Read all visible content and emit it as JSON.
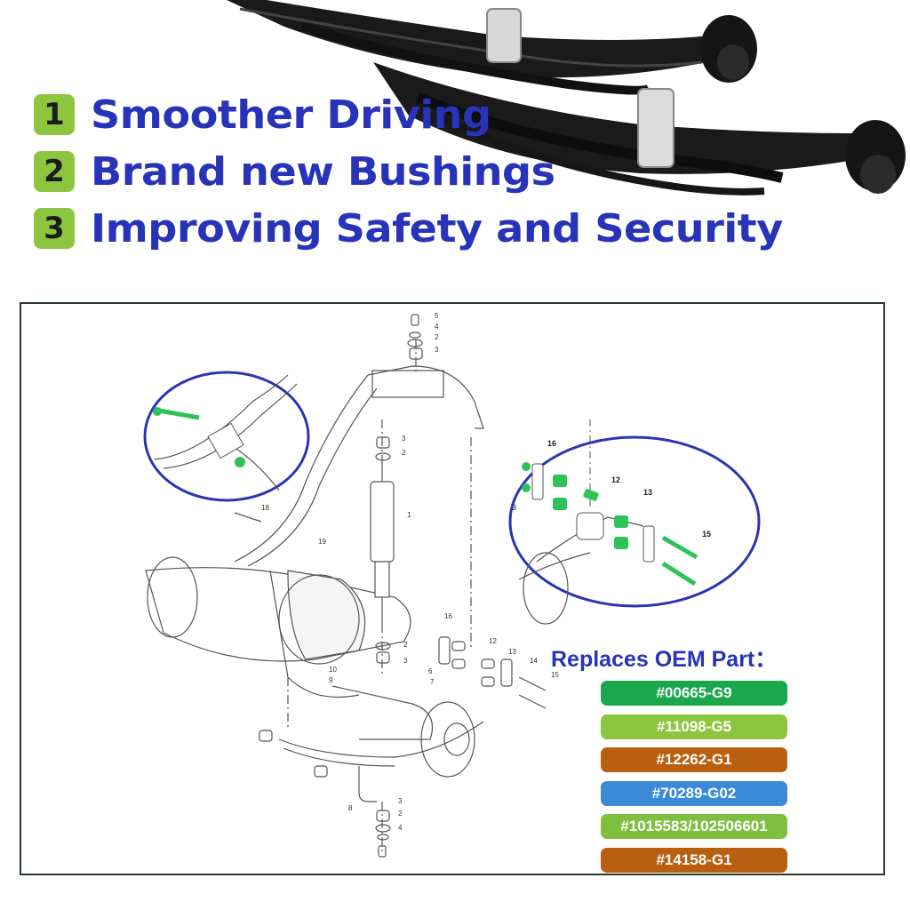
{
  "features": [
    {
      "number": "1",
      "text": "Smoother Driving"
    },
    {
      "number": "2",
      "text": "Brand new Bushings"
    },
    {
      "number": "3",
      "text": "Improving Safety and Security"
    }
  ],
  "oem": {
    "title": "Replaces OEM Part：",
    "parts": [
      {
        "label": "#00665-G9",
        "color": "#1aa84a"
      },
      {
        "label": "#11098-G5",
        "color": "#8cc63f"
      },
      {
        "label": "#12262-G1",
        "color": "#b8600f"
      },
      {
        "label": "#70289-G02",
        "color": "#3b8ad8"
      },
      {
        "label": "#1015583/102506601",
        "color": "#7fbf3f"
      },
      {
        "label": "#14158-G1",
        "color": "#b8600f"
      }
    ]
  },
  "diagram": {
    "callouts_main": [
      "5",
      "4",
      "2",
      "3",
      "3",
      "2",
      "1",
      "18",
      "19",
      "16",
      "12",
      "13",
      "14",
      "15",
      "6",
      "7",
      "10",
      "9",
      "2",
      "3",
      "8",
      "3",
      "2",
      "4"
    ],
    "callouts_zoom_right": [
      "16",
      "12",
      "13",
      "15"
    ],
    "zoom_left_label": "",
    "edge_label": "3"
  },
  "colors": {
    "badge": "#8cc63f",
    "headline": "#2733b8",
    "circle_border": "#2a35b0",
    "highlight_green": "#2ec35a"
  }
}
